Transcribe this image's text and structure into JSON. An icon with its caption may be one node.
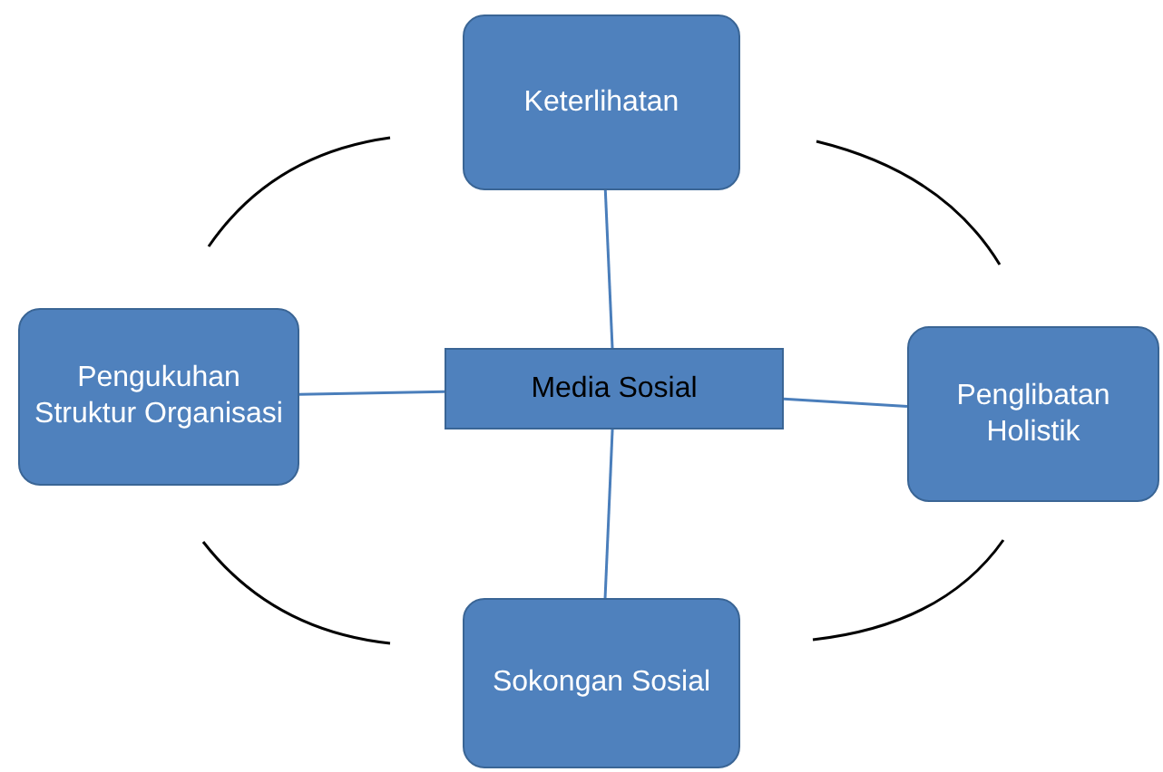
{
  "diagram": {
    "nodes": [
      {
        "text": [
          "Media Sosial"
        ]
      },
      {
        "text": [
          "Keterlihatan"
        ]
      },
      {
        "text": [
          "Pengukuhan Struktur Organisasi"
        ]
      },
      {
        "text": [
          "Penglibatan Holistik"
        ]
      },
      {
        "text": [
          "Sokongan Sosial"
        ]
      }
    ],
    "edges": [
      {
        "from": 0,
        "to": 1,
        "arrow": "none"
      },
      {
        "from": 2,
        "to": 0,
        "arrow": "none"
      },
      {
        "from": 0,
        "to": 3,
        "arrow": "none"
      },
      {
        "from": 0,
        "to": 4,
        "arrow": "none"
      }
    ]
  }
}
